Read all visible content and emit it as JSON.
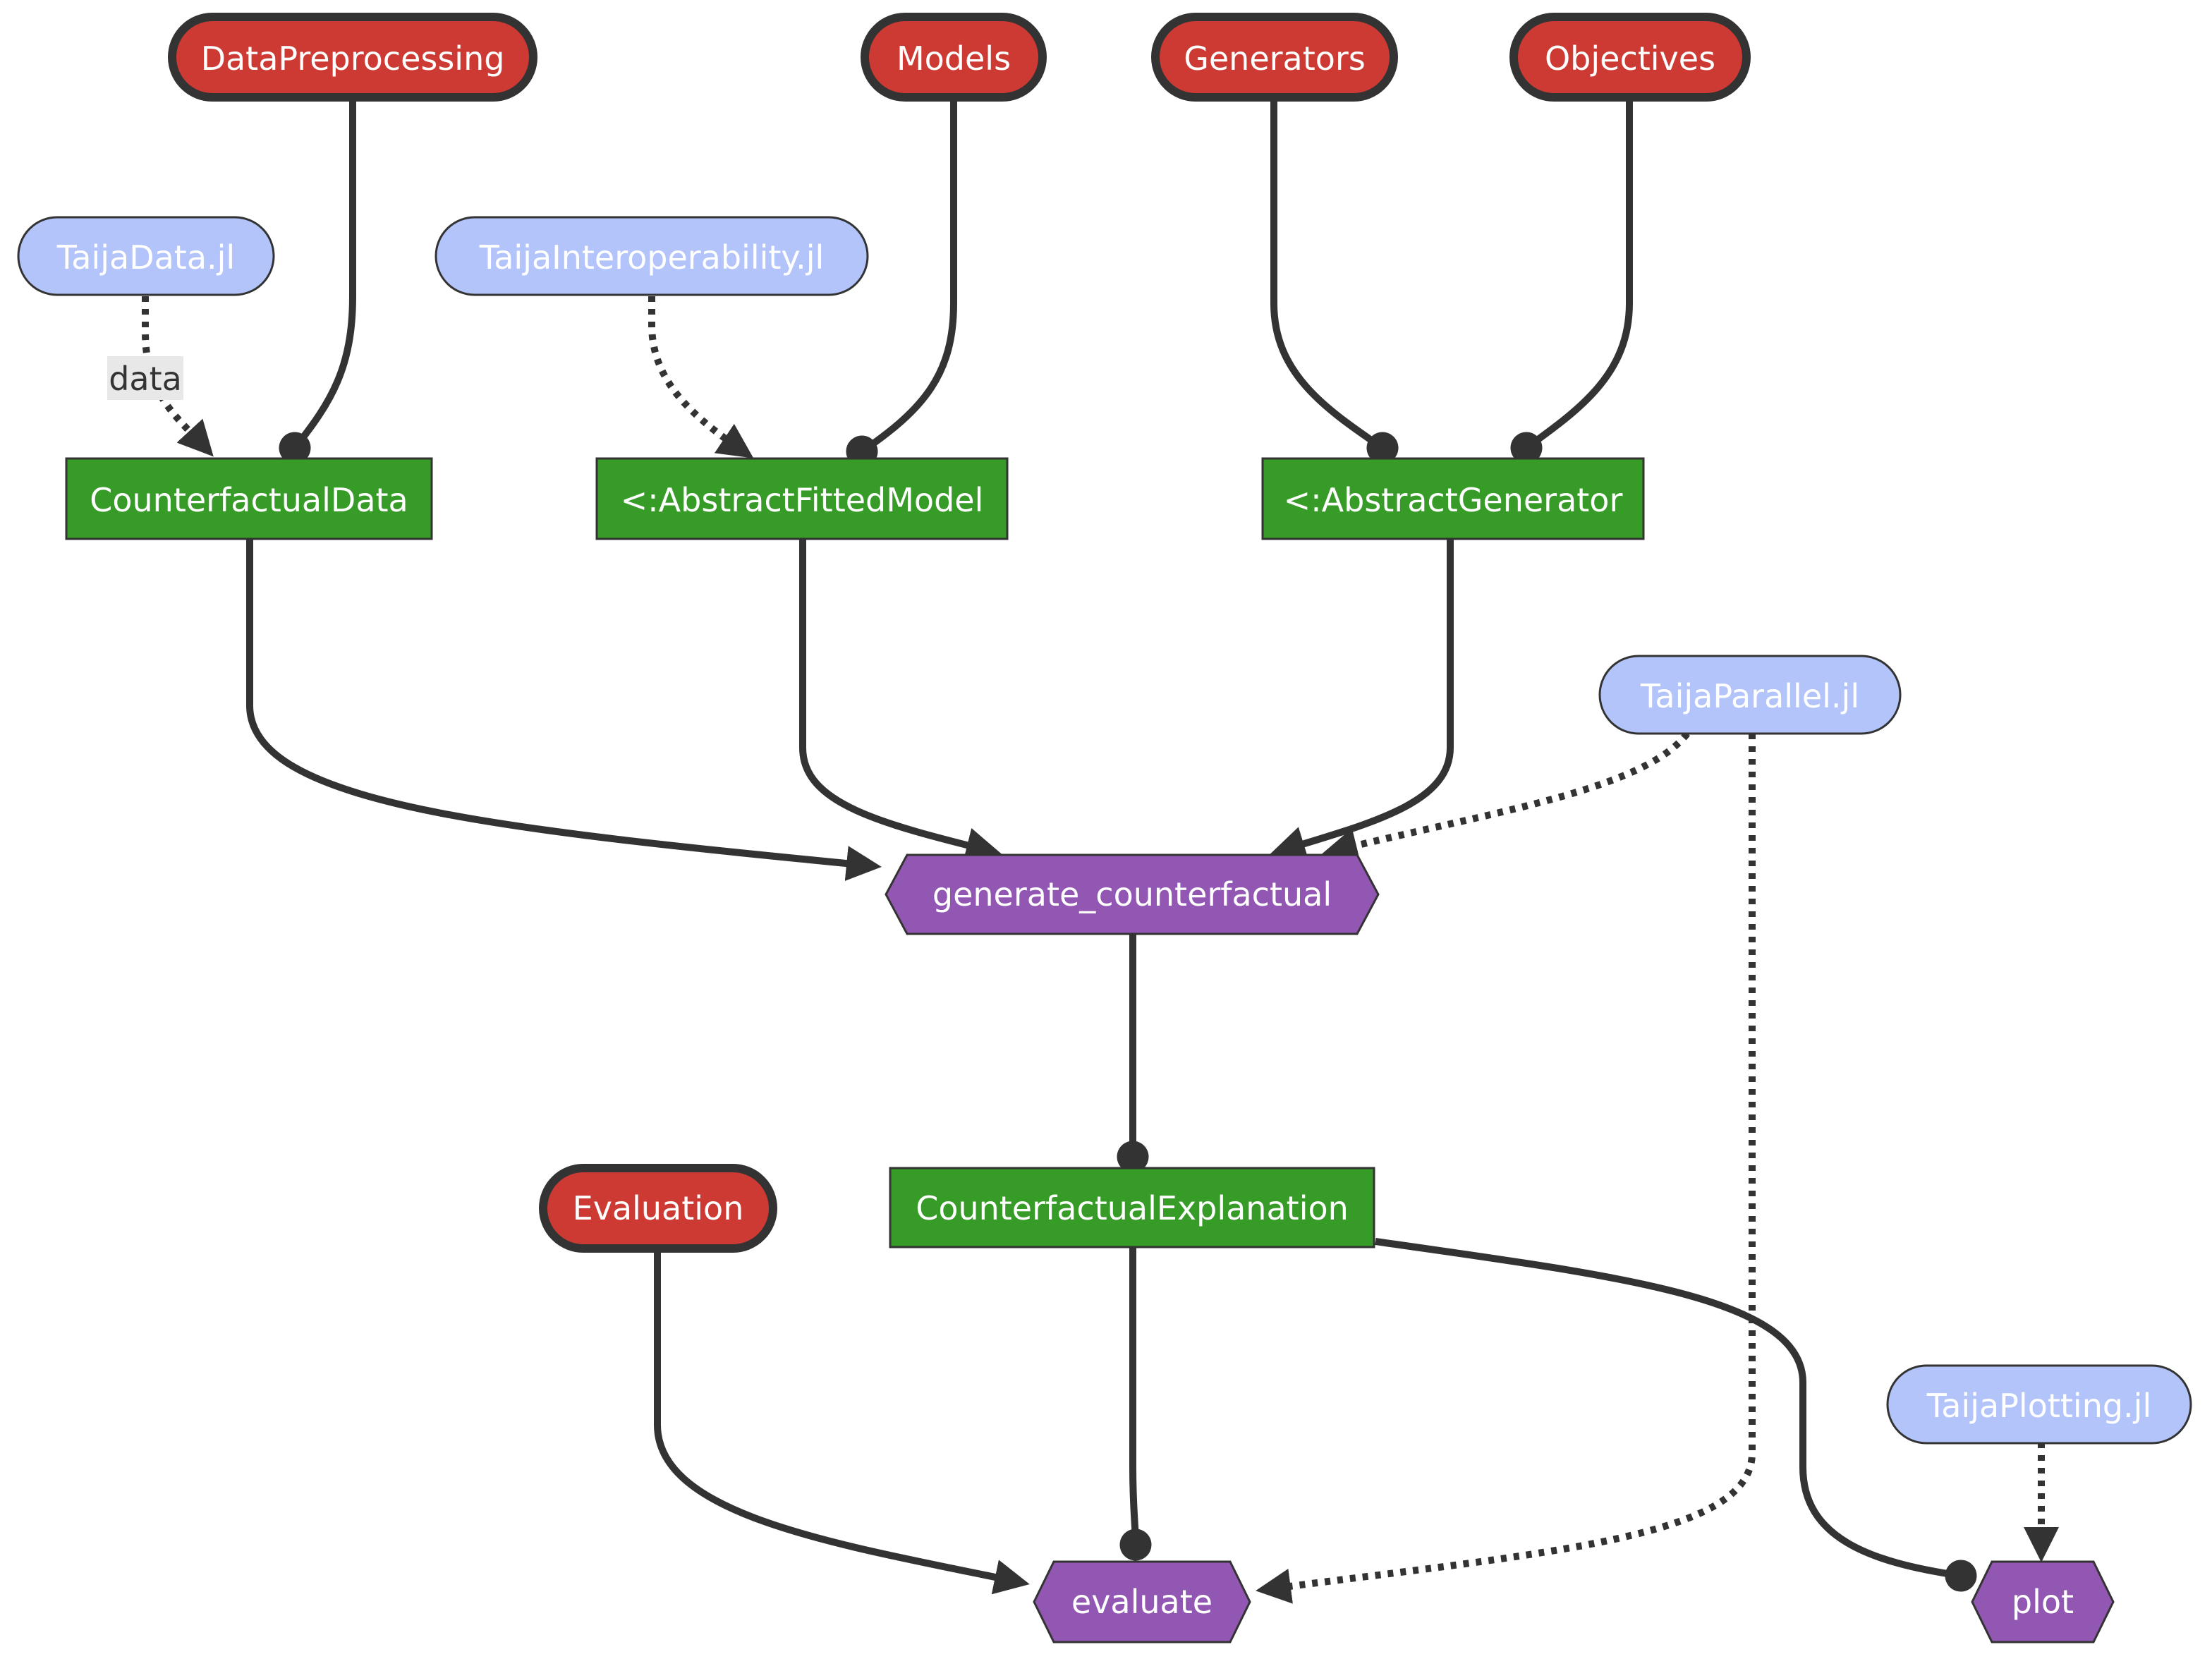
{
  "colors": {
    "module": "#cc3a33",
    "module_stroke": "#333333",
    "package": "#b3c4fa",
    "package_stroke": "#333333",
    "type": "#379b27",
    "type_stroke": "#333333",
    "function": "#9257b3",
    "function_stroke": "#333333",
    "edge": "#333333",
    "edge_label_bg": "#e8e8e8"
  },
  "nodes": {
    "data_preprocessing": {
      "label": "DataPreprocessing",
      "kind": "module"
    },
    "models": {
      "label": "Models",
      "kind": "module"
    },
    "generators": {
      "label": "Generators",
      "kind": "module"
    },
    "objectives": {
      "label": "Objectives",
      "kind": "module"
    },
    "evaluation": {
      "label": "Evaluation",
      "kind": "module"
    },
    "taija_data": {
      "label": "TaijaData.jl",
      "kind": "package"
    },
    "taija_interoperability": {
      "label": "TaijaInteroperability.jl",
      "kind": "package"
    },
    "taija_parallel": {
      "label": "TaijaParallel.jl",
      "kind": "package"
    },
    "taija_plotting": {
      "label": "TaijaPlotting.jl",
      "kind": "package"
    },
    "counterfactual_data": {
      "label": "CounterfactualData",
      "kind": "type"
    },
    "abstract_fitted_model": {
      "label": "<:AbstractFittedModel",
      "kind": "type"
    },
    "abstract_generator": {
      "label": "<:AbstractGenerator",
      "kind": "type"
    },
    "counterfactual_explanation": {
      "label": "CounterfactualExplanation",
      "kind": "type"
    },
    "generate_counterfactual": {
      "label": "generate_counterfactual",
      "kind": "function"
    },
    "evaluate": {
      "label": "evaluate",
      "kind": "function"
    },
    "plot": {
      "label": "plot",
      "kind": "function"
    }
  },
  "edges": [
    {
      "from": "data_preprocessing",
      "to": "counterfactual_data",
      "style": "solid",
      "head": "dot"
    },
    {
      "from": "taija_data",
      "to": "counterfactual_data",
      "style": "dotted",
      "head": "arrow",
      "label": "data"
    },
    {
      "from": "models",
      "to": "abstract_fitted_model",
      "style": "solid",
      "head": "dot"
    },
    {
      "from": "taija_interoperability",
      "to": "abstract_fitted_model",
      "style": "dotted",
      "head": "arrow"
    },
    {
      "from": "generators",
      "to": "abstract_generator",
      "style": "solid",
      "head": "dot"
    },
    {
      "from": "objectives",
      "to": "abstract_generator",
      "style": "solid",
      "head": "dot"
    },
    {
      "from": "counterfactual_data",
      "to": "generate_counterfactual",
      "style": "solid",
      "head": "arrow"
    },
    {
      "from": "abstract_fitted_model",
      "to": "generate_counterfactual",
      "style": "solid",
      "head": "arrow"
    },
    {
      "from": "abstract_generator",
      "to": "generate_counterfactual",
      "style": "solid",
      "head": "arrow"
    },
    {
      "from": "taija_parallel",
      "to": "generate_counterfactual",
      "style": "dotted",
      "head": "arrow"
    },
    {
      "from": "taija_parallel",
      "to": "evaluate",
      "style": "dotted",
      "head": "arrow"
    },
    {
      "from": "generate_counterfactual",
      "to": "counterfactual_explanation",
      "style": "solid",
      "head": "dot"
    },
    {
      "from": "evaluation",
      "to": "evaluate",
      "style": "solid",
      "head": "arrow"
    },
    {
      "from": "counterfactual_explanation",
      "to": "evaluate",
      "style": "solid",
      "head": "dot"
    },
    {
      "from": "counterfactual_explanation",
      "to": "plot",
      "style": "solid",
      "head": "dot"
    },
    {
      "from": "taija_plotting",
      "to": "plot",
      "style": "dotted",
      "head": "arrow"
    }
  ]
}
